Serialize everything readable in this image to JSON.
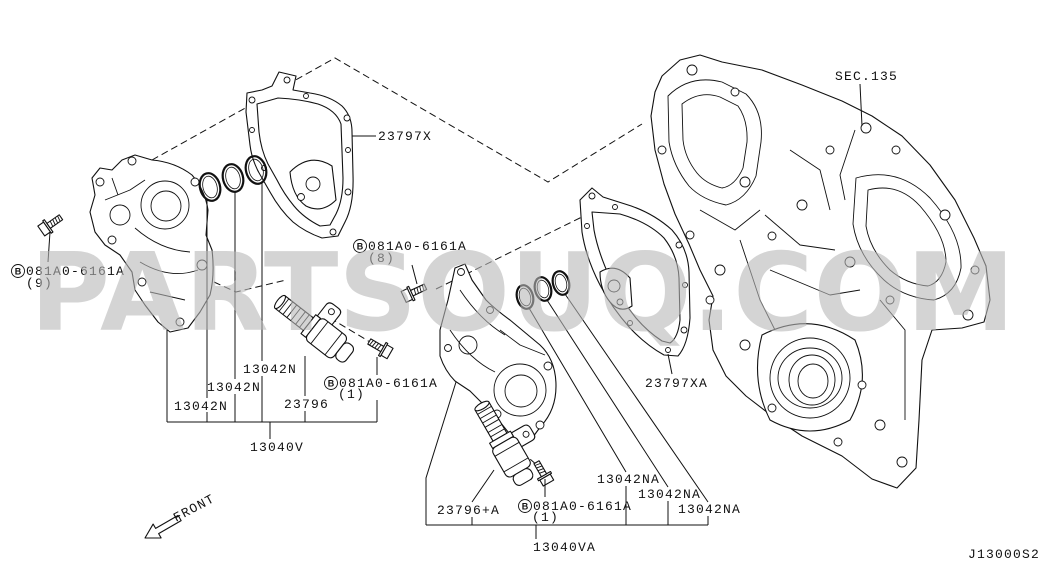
{
  "watermark": "PARTSOUQ.COM",
  "diagram_code": "J13000S2",
  "section_ref": "SEC.135",
  "front_label": "FRONT",
  "bolt_symbol": "B",
  "callouts": {
    "gasket_upper": "23797X",
    "gasket_lower": "23797XA",
    "bolt_cover_left": {
      "part": "081A0-6161A",
      "qty": "(9)"
    },
    "bolt_cover_right": {
      "part": "081A0-6161A",
      "qty": "(8)"
    },
    "bolt_valve_left": {
      "part": "081A0-6161A",
      "qty": "(1)"
    },
    "bolt_valve_right": {
      "part": "081A0-6161A",
      "qty": "(1)"
    },
    "o_rings_left": [
      "13042N",
      "13042N",
      "13042N"
    ],
    "o_rings_right": [
      "13042NA",
      "13042NA",
      "13042NA"
    ],
    "valve_left": "23796",
    "valve_right": "23796+A",
    "assembly_left": "13040V",
    "assembly_right": "13040VA"
  },
  "colors": {
    "line": "#111111",
    "watermark": "#b8b8b8",
    "background": "#ffffff"
  }
}
